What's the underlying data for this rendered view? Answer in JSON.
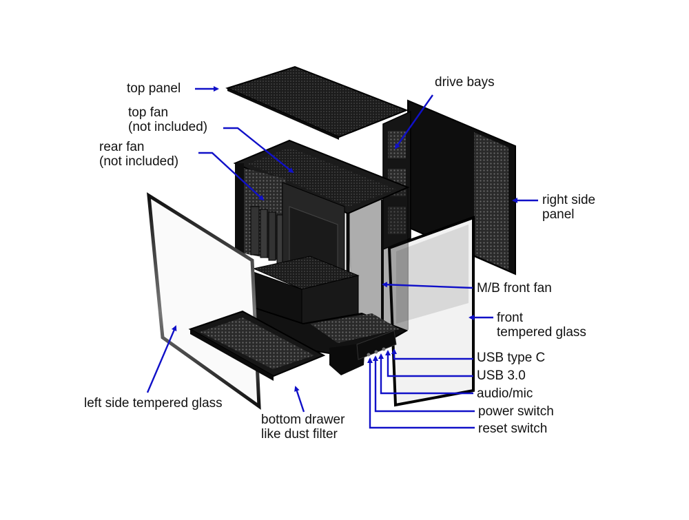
{
  "colors": {
    "arrow": "#1010c8",
    "case": "#141414",
    "mesh": "#3a3a3a",
    "glass_edge": "#0a0a0a"
  },
  "labels": {
    "top_panel": "top panel",
    "top_fan_1": "top fan",
    "top_fan_2": "(not included)",
    "rear_fan_1": "rear fan",
    "rear_fan_2": "(not included)",
    "drive_bays": "drive bays",
    "right_side_panel_1": "right side",
    "right_side_panel_2": "panel",
    "mb_front_fan": "M/B front fan",
    "front_glass_1": "front",
    "front_glass_2": "tempered glass",
    "usb_c": "USB type C",
    "usb_3": "USB 3.0",
    "audio_mic": "audio/mic",
    "power_switch": "power switch",
    "reset_switch": "reset switch",
    "left_glass": "left side tempered glass",
    "bottom_drawer_1": "bottom drawer",
    "bottom_drawer_2": "like dust filter"
  }
}
